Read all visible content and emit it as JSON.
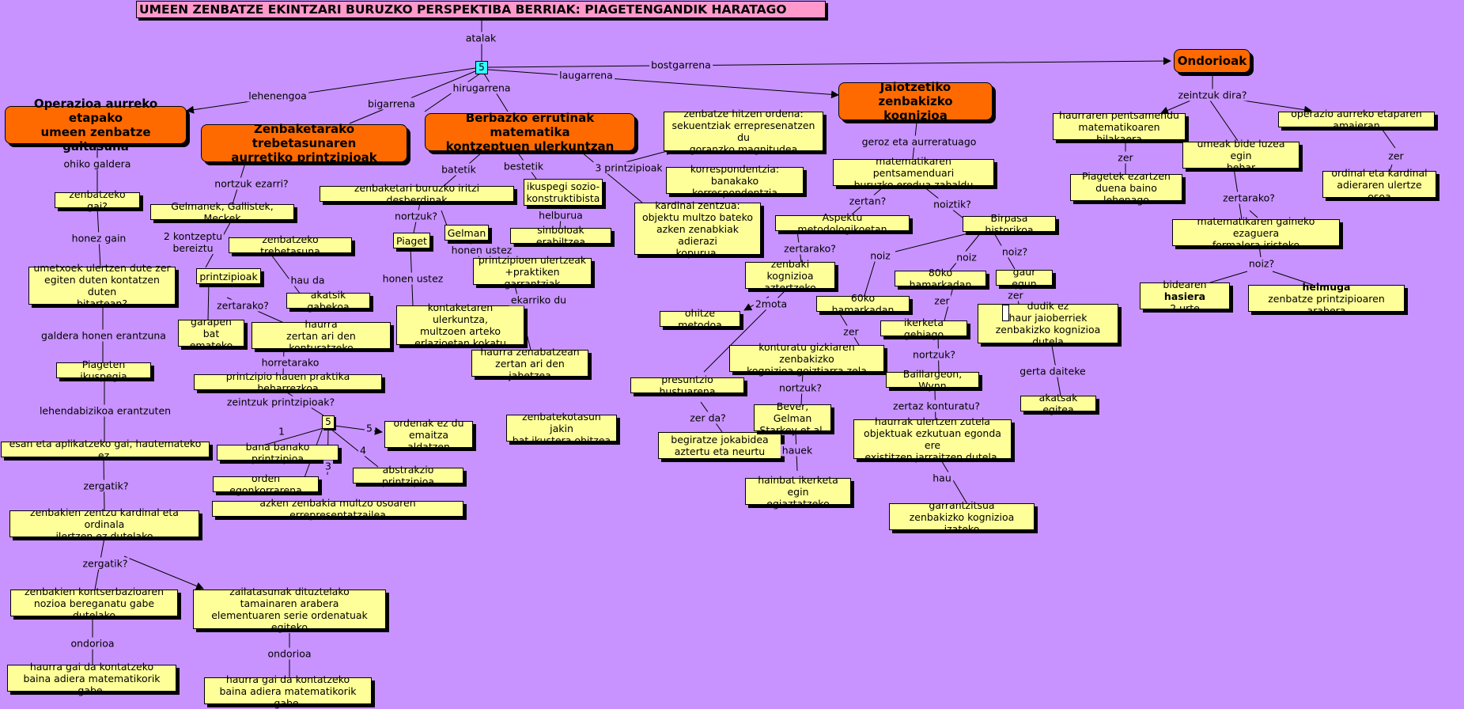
{
  "title": "UMEEN ZENBATZE EKINTZARI BURUZKO PERSPEKTIBA BERRIAK: PIAGETENGANDIK HARATAGO",
  "hub1": "5",
  "hub2": "5",
  "colors": {
    "background": "#c893ff",
    "concept": "#ffff99",
    "main_concept": "#ff6a00",
    "title": "#ff99cc",
    "hub": "#33ffff"
  },
  "main": {
    "m1": "Operazioa aurreko etapako\numeen zenbatze gaitasuna",
    "m2": "Zenbaketarako trebetasunaren\naurretiko printzipioak",
    "m3": "Berbazko errutinak matematika\nkontzeptuen ulerkuntzan",
    "m4": "Jaiotzetiko zenbakizko\nkognizioa",
    "m5": "Ondorioak"
  },
  "concepts": {
    "c1": "zenbatzeko gai?",
    "c2": "umetxoek ulertzen dute zer\negiten duten kontatzen duten\nbitartean?",
    "c3": "Piageten ikuspegia",
    "c4": "esan eta aplikatzeko gai, hautemateko ez.",
    "c5": "zenbakien zentzu kardinal eta ordinala\nilertzen ez dutelako",
    "c6": "zenbakien kontserbazioaren\nnozioa bereganatu gabe dutelako",
    "c7": "zailatasunak dituztelako\ntamainaren arabera\nelementuaren serie ordenatuak egiteko",
    "c8": "haurra gai da kontatzeko\nbaina adiera matematikorik gabe.",
    "c9": "haurra gai da kontatzeko\nbaina adiera matematikorik gabe.",
    "d1": "Gelmanek, Gallistek, Meckek",
    "d2": "printzipioak",
    "d3": "zenbatzeko trebetasuna",
    "d4": "akatsik gabekoa",
    "d5": "garapen bat\nemateko",
    "d6": "haurra\nzertan ari den konturatzeko",
    "d7": "printzipio hauen praktika beharrezkoa",
    "d8": "ordenak ez du\nemaitza aldatzen",
    "d9": "bana banako printzipioa",
    "d10": "abstrakzio printzipioa",
    "d11": "orden egonkorrarena",
    "d12": "azken zenbakia multzo osoaren errepresentatzailea",
    "e1": "zenbaketari buruzko iritzi desberdinak",
    "e2": "Piaget",
    "e3": "Gelman",
    "e4": "kontaketaren ulerkuntza,\nmultzoen arteko\nerlazioetan kokatu",
    "e5": "printzipioen ulertzeak\n+praktiken garrantziak",
    "e6": "haurra zenabatzean\nzertan ari den jabetzea",
    "e7": "ikuspegi sozio-\nkonstruktibista",
    "e8": "sinboloak erabiltzea",
    "e9": "zenbatze hitzen ordena:\nsekuentziak errepresenatzen du\ngoranzko magnitudea",
    "e10": "korrespondentzia:\nbanakako korrespondentzia",
    "e11": "kardinal zentzua:\nobjektu multzo bateko\nazken zenabkiak adierazi\nkopurua.",
    "e12": "zenbatekotasun jakin\nbat ikustera ohitzea",
    "f1": "matematikaren pentsamenduari\nburuzko eredua zabaldu",
    "f2": "Aspektu metodologikoetan",
    "f3": "zenbaki kognizioa\naztertzeko",
    "f4": "ohitze metodoa",
    "f5": "presuntzio hustuarena",
    "f6": "begiratze jokabidea\naztertu eta neurtu",
    "f7": "konturatu gizkiaren zenbakizko\nkognizioa goiztiarra zela",
    "f8": "Bever, Gelman\nStarkey et al.",
    "f9": "hainbat ikerketa egin\negiaztatzeko",
    "f10": "Birpasa historikoa",
    "f11": "60ko hamarkadan",
    "f12": "80ko hamarkadan",
    "f13": "ikerketa gehiago",
    "f14": "Baillargeon, Wynn",
    "f15": "haurrak ulertzen zutela\nobjektuak ezkutuan egonda ere\nexistitzen jarraitzen dutela.",
    "f16": "garrantzitsua\nzenbakizko kognizioa izateko",
    "f17": "gaur egun",
    "f18": "dudik ez\nhaur jaioberriek\nzenbakizko kognizioa dutela",
    "f19": "akatsak egitea",
    "g1": "haurraren pentsamendu\nmatematikoaren bilakaera",
    "g2": "Piagetek ezartzen\nduena baino lehenago",
    "g3": "umeak bide luzea egin\nbehar",
    "g4": "matematikaren gaineko ezaguera\nformalera iristeko",
    "g5_bold": "hasiera",
    "g5_pre": "bidearen ",
    "g5_post": "\n2 urte",
    "g6_bold": "helmuga",
    "g6_post": "\nzenbatze printzipioaren arabera",
    "g7": "operazio aurreko etaparen amaieran",
    "g8": "ordinal eta kardinal\nadieraren ulertze osoa"
  },
  "links": {
    "atalak": "atalak",
    "lehenengoa": "lehenengoa",
    "bigarrena": "bigarrena",
    "hirugarrena": "hirugarrena",
    "laugarrena": "laugarrena",
    "bostgarrena": "bostgarrena",
    "ohiko": "ohiko galdera",
    "honezgain": "honez gain",
    "galderahonen": "galdera honen erantzuna",
    "lehendabizikoa": "lehendabizikoa erantzuten",
    "zergatik1": "zergatik?",
    "zergatik2": "zergatik?",
    "ondorioa1": "ondorioa",
    "ondorioa2": "ondorioa",
    "nortzuk": "nortzuk ezarri?",
    "kontzeptu2": "2 kontzeptu\nbereiztu",
    "hauda": "hau da",
    "zertarako1": "zertarako?",
    "horretarako": "horretarako",
    "zeintzuk": "zeintzuk printzipioak?",
    "n1": "1",
    "n3": "3",
    "n4": "4",
    "n5": "5",
    "batetik": "batetik",
    "bestetik": "bestetik",
    "nortzuk2": "nortzuk?",
    "honenustez1": "honen ustez",
    "honenustez2": "honen ustez",
    "ekarriko": "ekarriko du",
    "helburua": "helburua",
    "printzipioak3": "3 printzipioak",
    "geroz": "geroz eta aurreratuago",
    "zertan": "zertan?",
    "noiztik": "noiztik?",
    "zertarako2": "zertarako?",
    "mota2": "2mota",
    "zerda": "zer da?",
    "zer1": "zer",
    "nortzuk3": "nortzuk?",
    "hauek": "hauek",
    "noiz1": "noiz",
    "noiz2": "noiz",
    "noiz3": "noiz?",
    "zer2": "zer",
    "nortzuk4": "nortzuk?",
    "zertaz": "zertaz konturatu?",
    "hau": "hau",
    "zer3": "zer",
    "gerta": "gerta daiteke",
    "zeintzukdira": "zeintzuk dira?",
    "zer4": "zer",
    "zer5": "zer",
    "zertarako3": "zertarako?",
    "noiz4": "noiz?"
  }
}
